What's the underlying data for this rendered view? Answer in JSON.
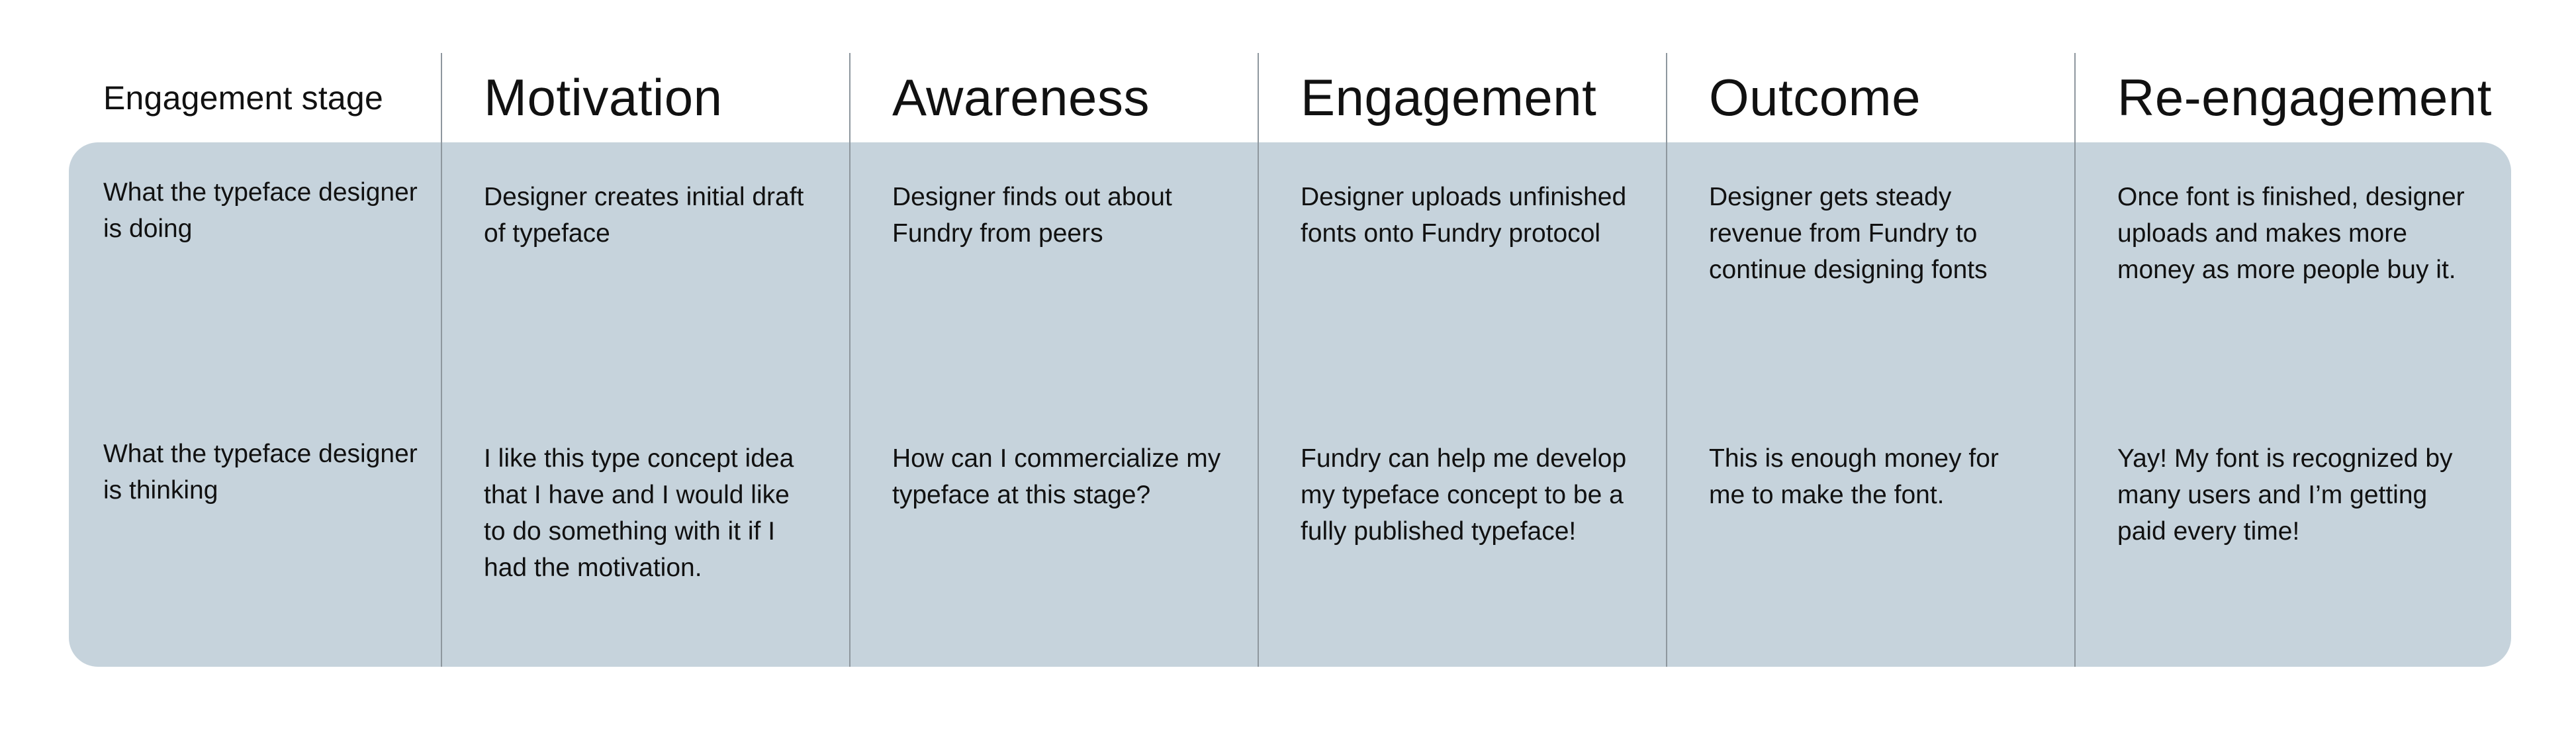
{
  "header": {
    "row_label": "Engagement stage"
  },
  "stages": [
    {
      "title": "Motivation"
    },
    {
      "title": "Awareness"
    },
    {
      "title": "Engagement"
    },
    {
      "title": "Outcome"
    },
    {
      "title": "Re-engagement"
    }
  ],
  "rows": [
    {
      "label": "What the typeface designer is doing",
      "cells": [
        "Designer creates initial draft of typeface",
        "Designer finds out about Fundry from peers",
        "Designer uploads unfinished fonts onto Fundry protocol",
        "Designer gets steady revenue from Fundry to continue designing fonts",
        "Once font is finished, designer uploads and makes more money as more people buy it."
      ]
    },
    {
      "label": "What the typeface designer is thinking",
      "cells": [
        "I like this type concept idea that I have and I would like to do something with it if I had the motivation.",
        "How can I commercialize my typeface at this stage?",
        "Fundry can help me develop my typeface concept to be a fully published typeface!",
        "This is enough money for me to make the font.",
        "Yay! My font is recognized by many users and I’m getting paid every time!"
      ]
    }
  ],
  "colors": {
    "panel_background": "#c6d3dc",
    "divider": "#8e979e",
    "text": "#111111"
  }
}
